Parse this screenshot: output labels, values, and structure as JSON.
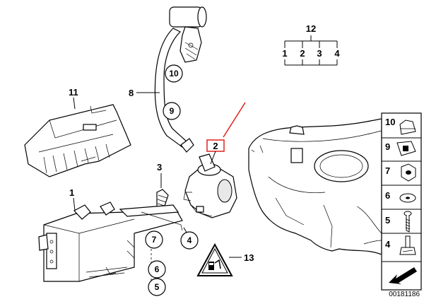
{
  "diagram": {
    "callouts": {
      "c1": "1",
      "c2": "2",
      "c3": "3",
      "c4": "4",
      "c5": "5",
      "c6": "6",
      "c7": "7",
      "c8": "8",
      "c9": "9",
      "c10": "10",
      "c11": "11",
      "c12": "12",
      "c13": "13",
      "c12_sub": [
        "1",
        "2",
        "3",
        "4"
      ]
    },
    "legend": [
      {
        "num": "10",
        "icon": "nut-cap-icon"
      },
      {
        "num": "9",
        "icon": "clip-icon"
      },
      {
        "num": "7",
        "icon": "hex-nut-icon"
      },
      {
        "num": "6",
        "icon": "washer-icon"
      },
      {
        "num": "5",
        "icon": "screw-icon"
      },
      {
        "num": "4",
        "icon": "bolt-icon"
      }
    ],
    "image_code": "00181186",
    "highlight_color": "#e0201c"
  }
}
